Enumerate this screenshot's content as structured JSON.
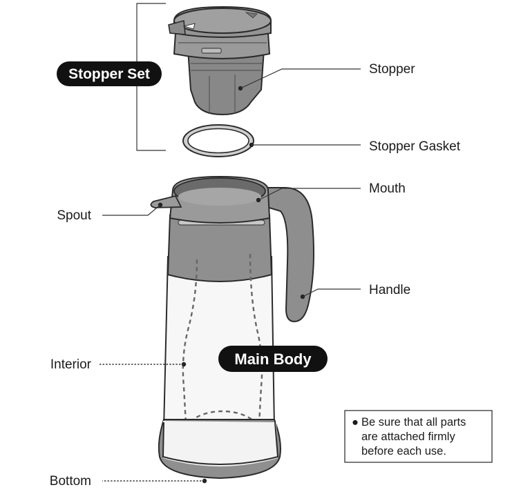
{
  "title": "",
  "groups": {
    "stopper_set": "Stopper Set",
    "main_body": "Main Body"
  },
  "labels": {
    "stopper": "Stopper",
    "stopper_gasket": "Stopper Gasket",
    "mouth": "Mouth",
    "spout": "Spout",
    "handle": "Handle",
    "interior": "Interior",
    "bottom": "Bottom"
  },
  "note": {
    "bullet": "●",
    "lines": [
      "Be sure that all parts",
      "are attached firmly",
      "before each use."
    ]
  },
  "colors": {
    "part_fill": "#8f8f8f",
    "part_dark": "#6f6f6f",
    "glass": "#f7f7f7",
    "pill": "#111111"
  }
}
